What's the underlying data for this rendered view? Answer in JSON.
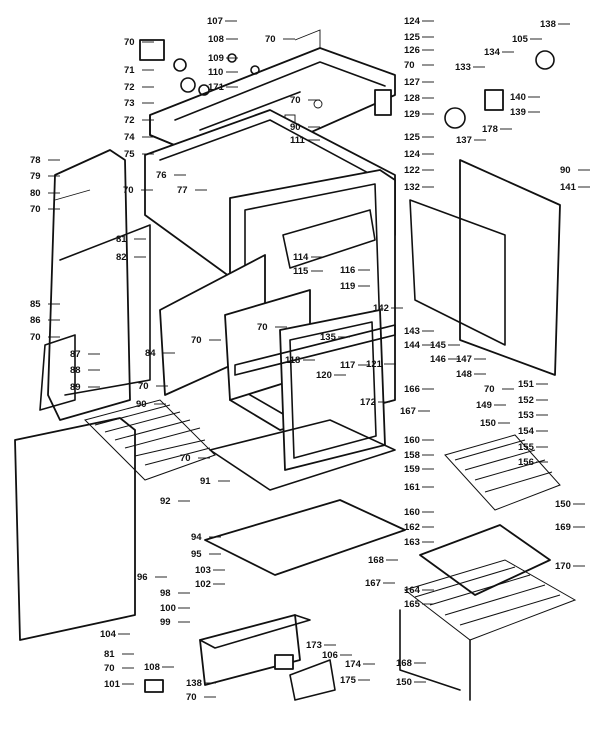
{
  "labels": [
    "107",
    "70",
    "71",
    "72",
    "73",
    "72",
    "74",
    "75",
    "108",
    "109",
    "110",
    "171",
    "70",
    "124",
    "125",
    "126",
    "70",
    "127",
    "128",
    "129",
    "70",
    "90",
    "111",
    "125",
    "124",
    "138",
    "105",
    "134",
    "133",
    "140",
    "139",
    "178",
    "137",
    "122",
    "132",
    "90",
    "141",
    "78",
    "79",
    "80",
    "70",
    "81",
    "82",
    "85",
    "86",
    "70",
    "87",
    "88",
    "89",
    "76",
    "77",
    "70",
    "114",
    "116",
    "115",
    "119",
    "70",
    "70",
    "84",
    "70",
    "90",
    "70",
    "91",
    "92",
    "142",
    "143",
    "144",
    "145",
    "146",
    "147",
    "135",
    "117",
    "121",
    "118",
    "120",
    "172",
    "166",
    "148",
    "70",
    "151",
    "152",
    "149",
    "153",
    "167",
    "150",
    "154",
    "155",
    "156",
    "160",
    "158",
    "159",
    "161",
    "160",
    "169",
    "150",
    "162",
    "163",
    "168",
    "167",
    "164",
    "165",
    "170",
    "94",
    "95",
    "103",
    "102",
    "96",
    "104",
    "98",
    "100",
    "99",
    "81",
    "70",
    "101",
    "108",
    "173",
    "106",
    "174",
    "175",
    "138",
    "70",
    "168",
    "150"
  ]
}
